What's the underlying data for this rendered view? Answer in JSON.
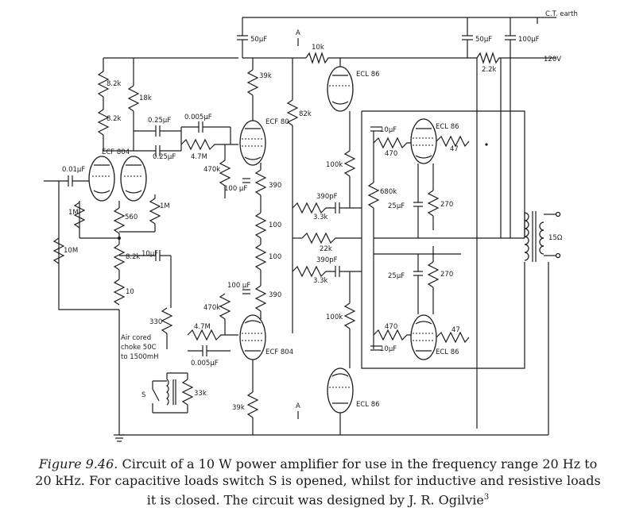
{
  "caption": {
    "figure": "Figure 9.46.",
    "text": " Circuit of a 10 W power amplifier for use in the frequency range 20 Hz to 20 kHz. For capacitive loads switch S is opened, whilst for inductive and resistive loads it is closed. The circuit was designed by J. R. Ogilvie",
    "ref": "3"
  },
  "labels": {
    "ct_earth": "C.T. earth",
    "v120": "120V",
    "c50_top": "50µF",
    "c50_right": "50µF",
    "c100_right": "100µF",
    "point_a_top": "A",
    "point_a_bottom": "A",
    "r10k": "10k",
    "r22k": "2.2k",
    "ecl86_top": "ECL 86",
    "ecl86_upper_right": "ECL 86",
    "ecl86_lower_right": "ECL 86",
    "ecl86_bottom": "ECL 86",
    "r39k_top": "39k",
    "r39k_bottom": "39k",
    "r82k": "82k",
    "r82k_a": "8.2k",
    "r82k_b": "8.2k",
    "r18k": "18k",
    "c025_a": "0.25µF",
    "c025_b": "0.25µF",
    "c0005_top": "0.005µF",
    "c0005_bottom": "0.005µF",
    "r47m_top": "4.7M",
    "r47m_bottom": "4.7M",
    "ecf80_top": "ECF 80",
    "ecf804_left": "ECF 804",
    "ecf804_bottom": "ECF 804",
    "c001": "0.01µF",
    "r1m_a": "1M",
    "r1m_b": "1M",
    "r10m": "10M",
    "r560": "560",
    "r82k_c": "8.2k",
    "c10uf_mid": "10µF",
    "r10": "10",
    "r330": "330",
    "r470k_top": "470k",
    "r470k_bottom": "470k",
    "c100uf_top": "100 µF",
    "c100uf_bottom": "100 µF",
    "r390_top": "390",
    "r390_bottom": "390",
    "r100_a": "100",
    "r100_b": "100",
    "c390pf_top": "390pF",
    "c390pf_bottom": "390pF",
    "r33k_top": "3.3k",
    "r33k_bottom": "3.3k",
    "r22k_mid": "22k",
    "r100k_top": "100k",
    "r100k_bottom": "100k",
    "r680k": "680k",
    "c10uf_r_top": "10µF",
    "c10uf_r_bottom": "10µF",
    "r470_top": "470",
    "r470_bottom": "470",
    "r47_top": "47",
    "r47_bottom": "47",
    "c25uf_top": "25µF",
    "c25uf_bottom": "25µF",
    "r270_top": "270",
    "r270_bottom": "270",
    "ohm15": "15Ω",
    "choke": [
      "Air cored",
      "choke 50C",
      "to 1500mH"
    ],
    "switch_s": "S",
    "r33k_switch": "33k"
  }
}
